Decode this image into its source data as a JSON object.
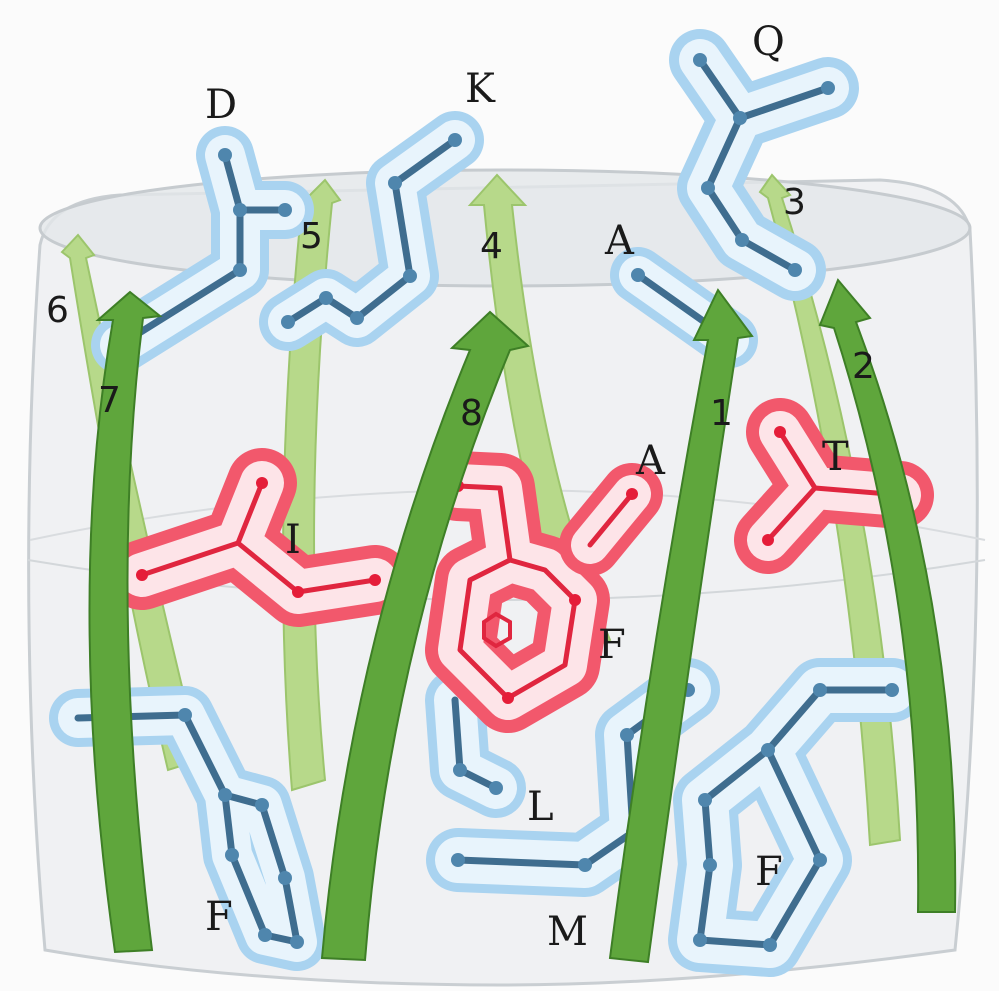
{
  "strands": {
    "s1": "1",
    "s2": "2",
    "s3": "3",
    "s4": "4",
    "s5": "5",
    "s6": "6",
    "s7": "7",
    "s8": "8"
  },
  "residues": {
    "outside_top": [
      "D",
      "K",
      "Q",
      "A"
    ],
    "inside_middle": [
      "I",
      "A",
      "T",
      "F"
    ],
    "outside_bottom": [
      "F",
      "L",
      "M",
      "F"
    ]
  },
  "colors": {
    "strand": "#5fa63c",
    "hydrophilic_side_chain": "#4f86ad",
    "hydrophobic_side_chain": "#e51d39",
    "barrel": "#e3e7ea"
  }
}
